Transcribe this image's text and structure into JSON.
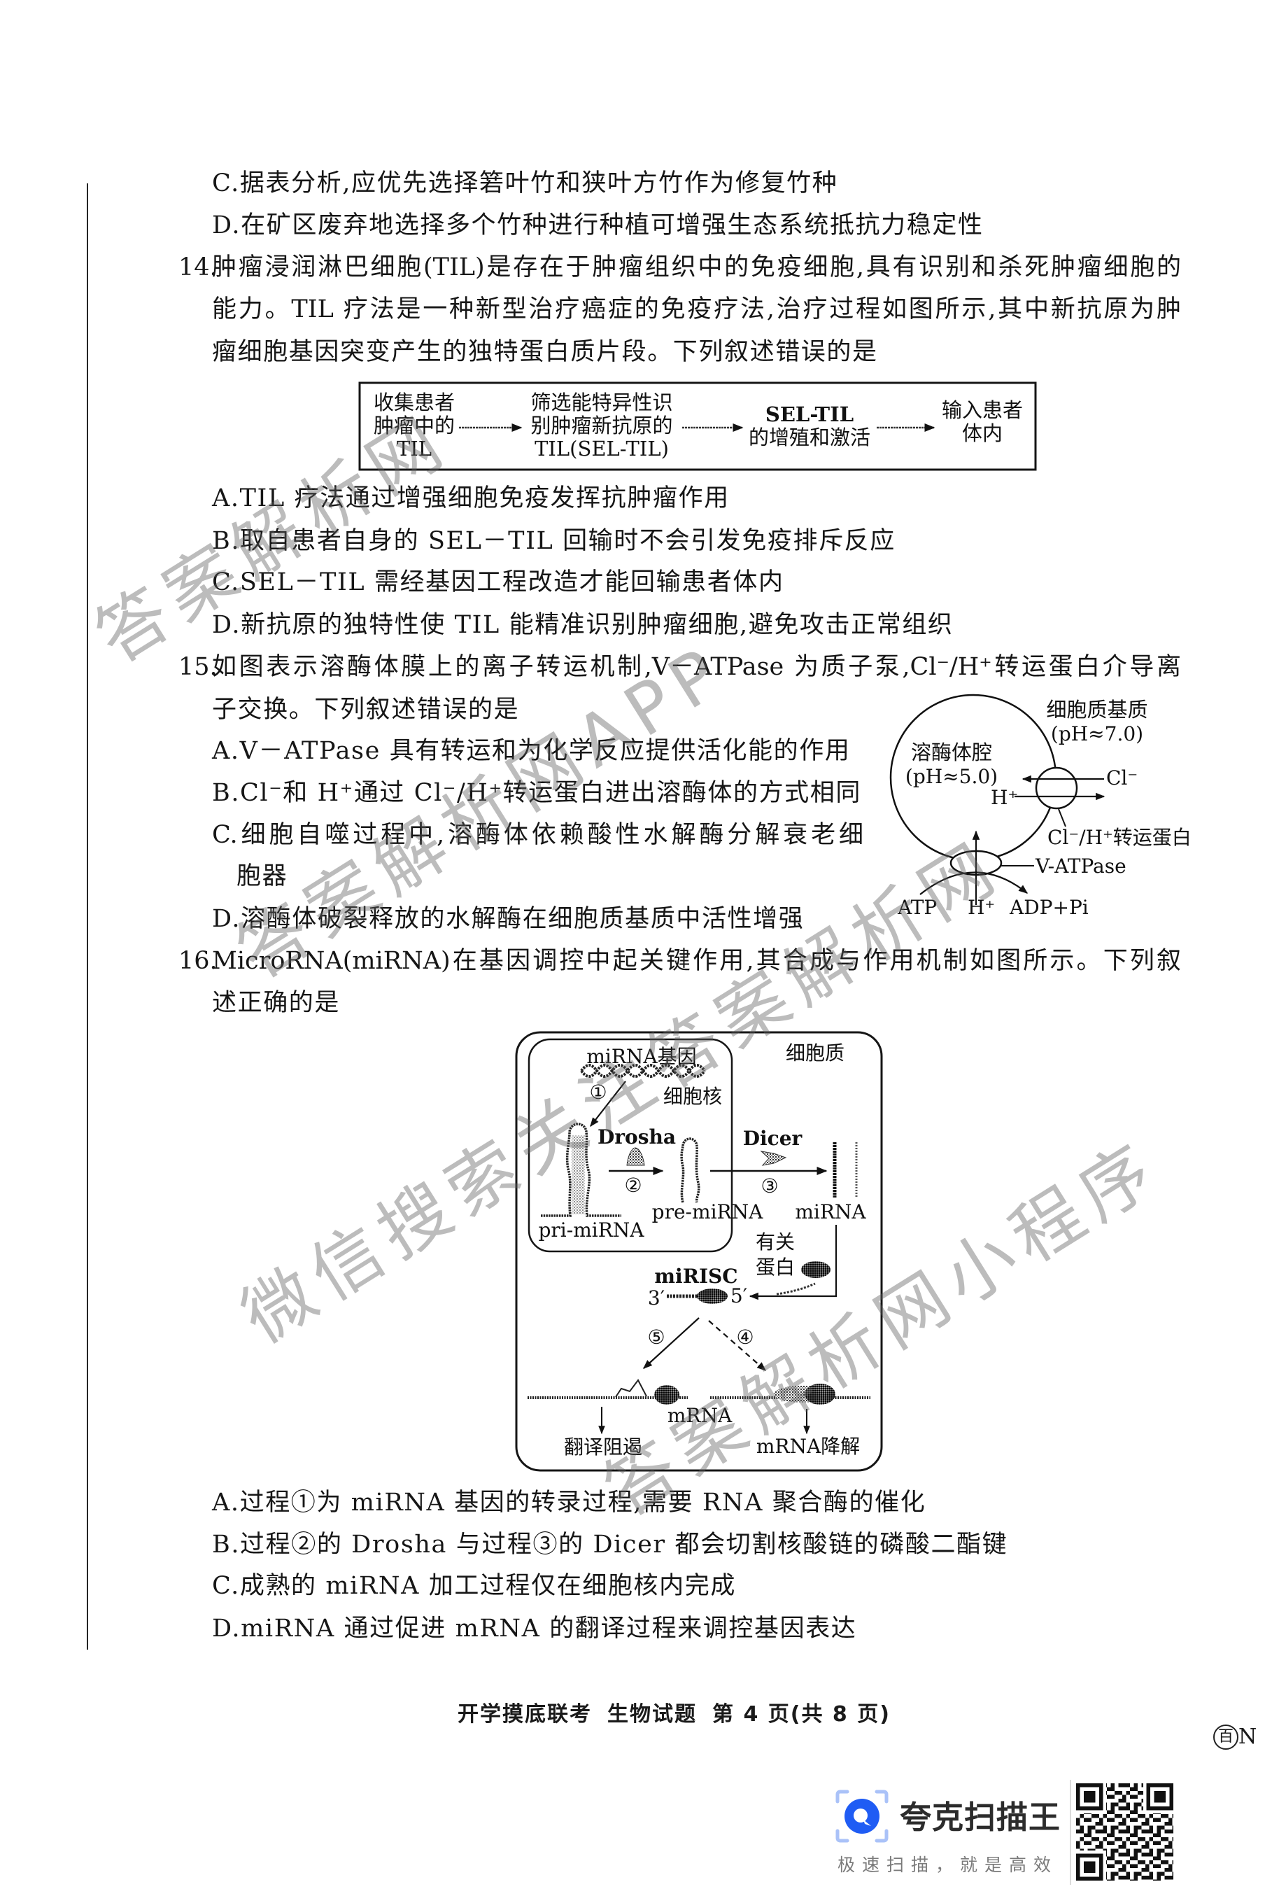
{
  "q13_tail": {
    "options": [
      {
        "key": "C.",
        "text": "据表分析,应优先选择箬叶竹和狭叶方竹作为修复竹种"
      },
      {
        "key": "D.",
        "text": "在矿区废弃地选择多个竹种进行种植可增强生态系统抵抗力稳定性"
      }
    ]
  },
  "q14": {
    "number": "14.",
    "stem_lines": [
      "肿瘤浸润淋巴细胞(TIL)是存在于肿瘤组织中的免疫细胞,具有识别和杀死肿瘤细胞的",
      "能力。TIL 疗法是一种新型治疗癌症的免疫疗法,治疗过程如图所示,其中新抗原为肿",
      "瘤细胞基因突变产生的独特蛋白质片段。下列叙述错误的是"
    ],
    "flowchart": {
      "steps": [
        {
          "lines": [
            "收集患者",
            "肿瘤中的",
            "TIL"
          ]
        },
        {
          "lines": [
            "筛选能特异性识",
            "别肿瘤新抗原的",
            "TIL(SEL-TIL)"
          ]
        },
        {
          "lines": [
            "SEL-TIL",
            "的增殖和激活"
          ]
        },
        {
          "lines": [
            "输入患者",
            "体内"
          ]
        }
      ]
    },
    "options": [
      {
        "key": "A.",
        "text": "TIL 疗法通过增强细胞免疫发挥抗肿瘤作用"
      },
      {
        "key": "B.",
        "text": "取自患者自身的 SEL－TIL 回输时不会引发免疫排斥反应"
      },
      {
        "key": "C.",
        "text": "SEL－TIL 需经基因工程改造才能回输患者体内"
      },
      {
        "key": "D.",
        "text": "新抗原的独特性使 TIL 能精准识别肿瘤细胞,避免攻击正常组织"
      }
    ]
  },
  "q15": {
    "number": "15.",
    "stem_lines": [
      "如图表示溶酶体膜上的离子转运机制,V－ATPase 为质子泵,Cl⁻/H⁺转运蛋白介导离",
      "子交换。下列叙述错误的是"
    ],
    "figure": {
      "cytoplasm_label": "细胞质基质",
      "cytoplasm_ph": "(pH≈7.0)",
      "lumen_label": "溶酶体腔",
      "lumen_ph": "(pH≈5.0)",
      "cl_ion": "Cl⁻",
      "h_ion_out": "H⁺",
      "transporter_label": "Cl⁻/H⁺转运蛋白",
      "pump_label": "V-ATPase",
      "atp": "ATP",
      "h_ion_pump": "H⁺",
      "adp_pi": "ADP+Pi"
    },
    "options": [
      {
        "key": "A.",
        "lines": [
          "V－ATPase 具有转运和为化学反应提供活化能的作用"
        ]
      },
      {
        "key": "B.",
        "lines": [
          "Cl⁻和 H⁺通过 Cl⁻/H⁺转运蛋白进出溶酶体的方式相同"
        ]
      },
      {
        "key": "C.",
        "lines": [
          "细胞自噬过程中,溶酶体依赖酸性水解酶分解衰老细",
          "胞器"
        ]
      },
      {
        "key": "D.",
        "lines": [
          "溶酶体破裂释放的水解酶在细胞质基质中活性增强"
        ]
      }
    ]
  },
  "q16": {
    "number": "16.",
    "stem_lines": [
      "MicroRNA(miRNA)在基因调控中起关键作用,其合成与作用机制如图所示。下列叙",
      "述正确的是"
    ],
    "figure": {
      "cytoplasm_label": "细胞质",
      "nucleus_label": "细胞核",
      "gene_label": "miRNA基因",
      "step1": "①",
      "step2": "②",
      "step3": "③",
      "step4": "④",
      "step5": "⑤",
      "drosha": "Drosha",
      "dicer": "Dicer",
      "pri_mirna": "pri-miRNA",
      "pre_mirna": "pre-miRNA",
      "mirna": "miRNA",
      "related_protein": [
        "有关",
        "蛋白"
      ],
      "mirisc": "miRISC",
      "end_3": "3′",
      "end_5": "5′",
      "mrna": "mRNA",
      "outcome_left": "翻译阻遏",
      "outcome_right": "mRNA降解"
    },
    "options": [
      {
        "key": "A.",
        "text": "过程①为 miRNA 基因的转录过程,需要 RNA 聚合酶的催化"
      },
      {
        "key": "B.",
        "text": "过程②的 Drosha 与过程③的 Dicer 都会切割核酸链的磷酸二酯键"
      },
      {
        "key": "C.",
        "text": "成熟的 miRNA 加工过程仅在细胞核内完成"
      },
      {
        "key": "D.",
        "text": "miRNA 通过促进 mRNA 的翻译过程来调控基因表达"
      }
    ]
  },
  "footer": {
    "exam_name": "开学摸底联考",
    "subject": "生物试题",
    "page": "第 4 页(共 8 页)"
  },
  "corner_mark": {
    "circled": "百",
    "suffix": "N"
  },
  "watermarks": [
    "答案解析网",
    "答案解析网APP",
    "微信搜索关注答案解析网",
    "答案解析网小程序"
  ],
  "scanner_badge": {
    "brand": "夸克扫描王",
    "slogan": "极速扫描，就是高效",
    "icon": "quark-scan-icon"
  },
  "colors": {
    "ink": "#161616",
    "watermark": "#808080",
    "brand_blue": "#1f5cf4",
    "brand_bracket": "#aac2f8"
  }
}
